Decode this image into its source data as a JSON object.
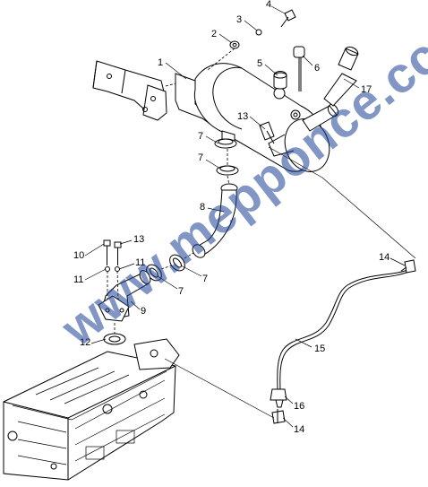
{
  "watermark": "www.mepponce.cc",
  "callouts": [
    {
      "id": "c4",
      "text": "4"
    },
    {
      "id": "c3",
      "text": "3"
    },
    {
      "id": "c2",
      "text": "2"
    },
    {
      "id": "c1",
      "text": "1"
    },
    {
      "id": "c5",
      "text": "5"
    },
    {
      "id": "c6",
      "text": "6"
    },
    {
      "id": "c17",
      "text": "17"
    },
    {
      "id": "c13a",
      "text": "13"
    },
    {
      "id": "c7a",
      "text": "7"
    },
    {
      "id": "c7b",
      "text": "7"
    },
    {
      "id": "c8",
      "text": "8"
    },
    {
      "id": "c10",
      "text": "10"
    },
    {
      "id": "c13b",
      "text": "13"
    },
    {
      "id": "c11a",
      "text": "11"
    },
    {
      "id": "c11b",
      "text": "11"
    },
    {
      "id": "c7c",
      "text": "7"
    },
    {
      "id": "c7d",
      "text": "7"
    },
    {
      "id": "c9",
      "text": "9"
    },
    {
      "id": "c12",
      "text": "12"
    },
    {
      "id": "c14a",
      "text": "14"
    },
    {
      "id": "c15",
      "text": "15"
    },
    {
      "id": "c16",
      "text": "16"
    },
    {
      "id": "c14b",
      "text": "14"
    }
  ]
}
